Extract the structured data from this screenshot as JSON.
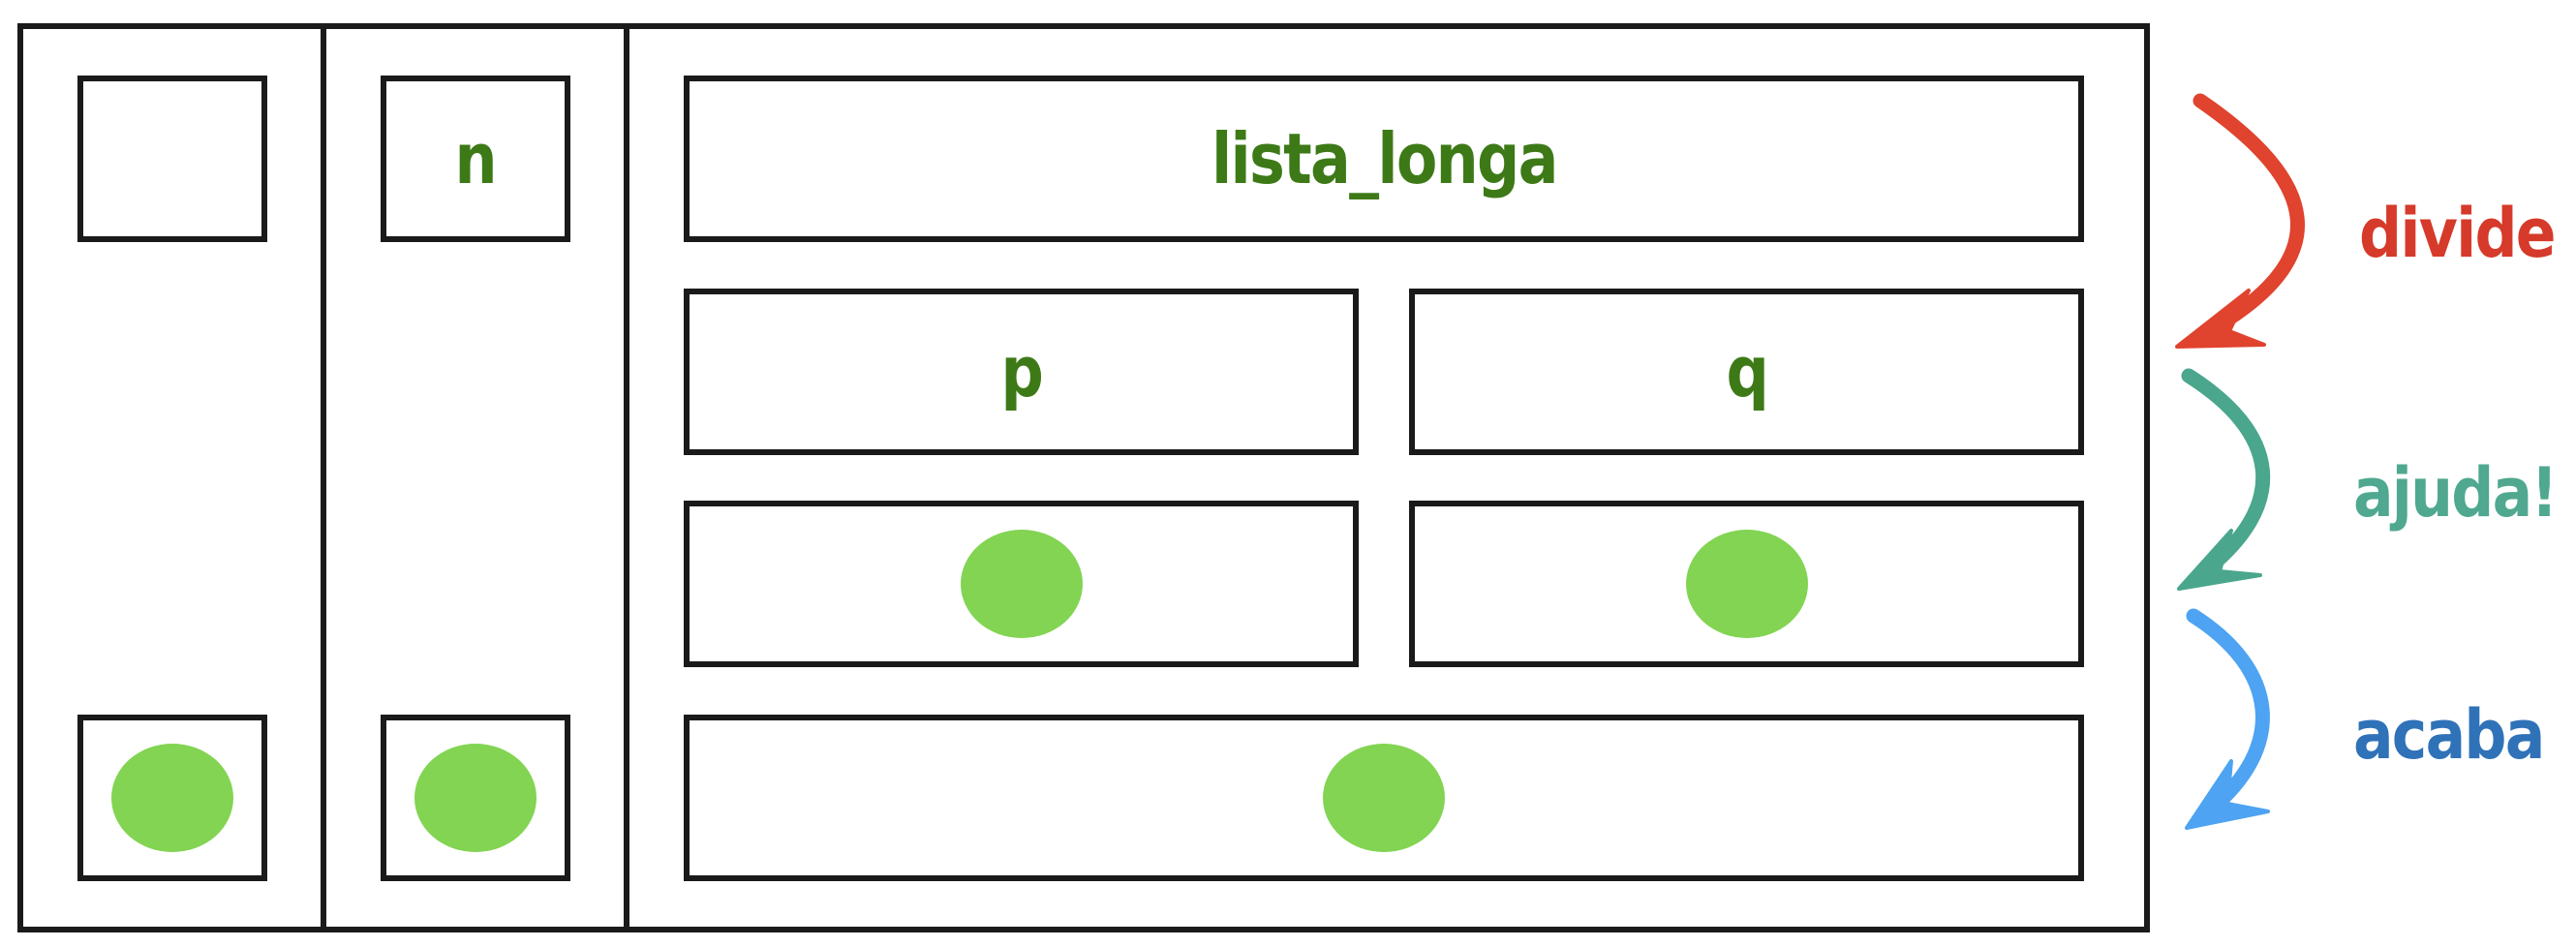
{
  "diagram": {
    "cells": {
      "n_label": "n",
      "lista_label": "lista_longa",
      "p_label": "p",
      "q_label": "q"
    },
    "steps": [
      {
        "label": "divide",
        "color": "#d63a2a"
      },
      {
        "label": "ajuda!",
        "color": "#4fa88f"
      },
      {
        "label": "acaba",
        "color": "#2f72b8"
      }
    ],
    "arrow_colors": [
      "#e0432e",
      "#4aa68c",
      "#4ea3f2"
    ],
    "dot_color": "#82d452",
    "label_color": "#3d7a17"
  }
}
